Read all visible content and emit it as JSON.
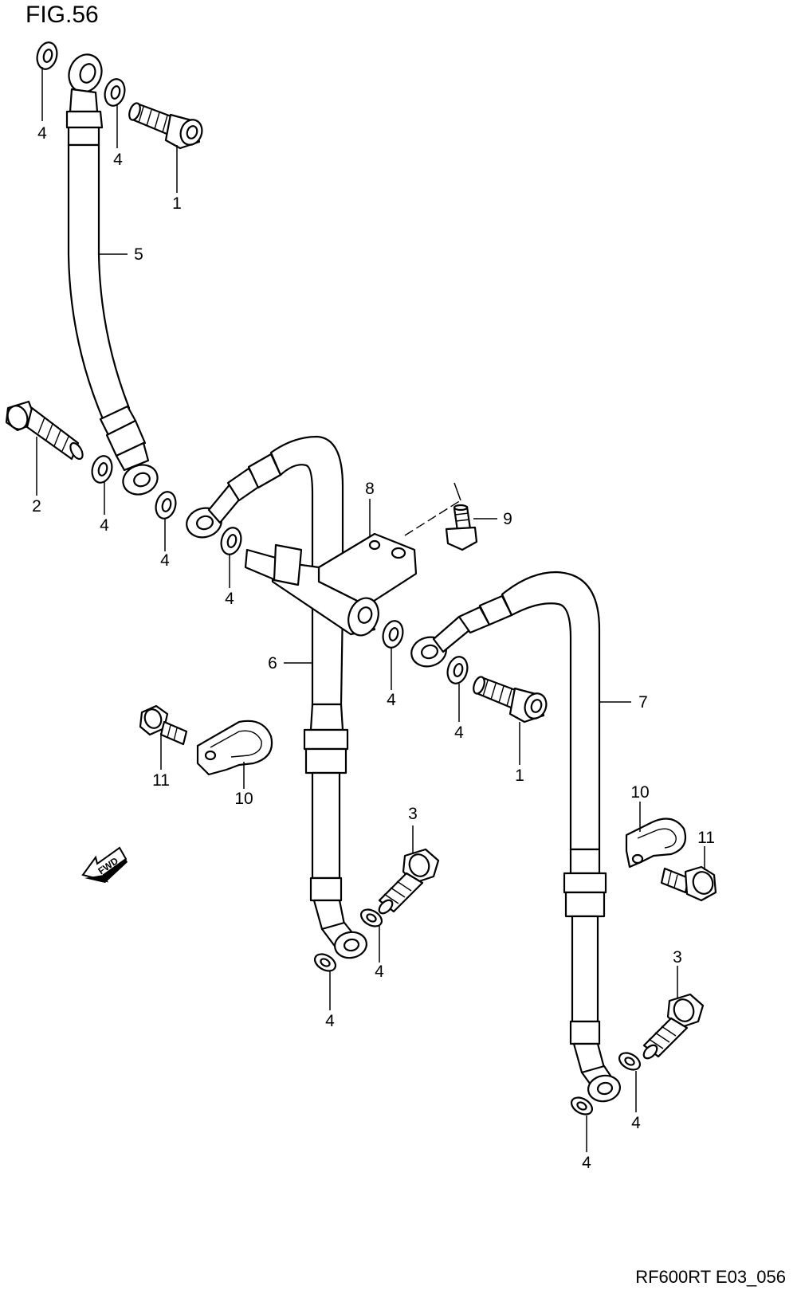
{
  "figure": {
    "title": "FIG.56",
    "code": "RF600RT E03_056",
    "fwd_label": "FWD"
  },
  "callouts": [
    "4",
    "4",
    "1",
    "5",
    "2",
    "4",
    "4",
    "8",
    "9",
    "4",
    "6",
    "4",
    "4",
    "7",
    "1",
    "11",
    "10",
    "3",
    "10",
    "11",
    "4",
    "4",
    "3",
    "4",
    "4"
  ]
}
